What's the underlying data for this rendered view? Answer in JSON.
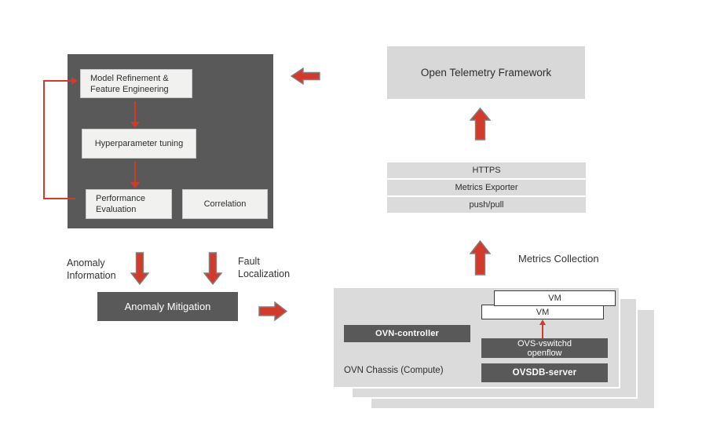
{
  "colors": {
    "accent_red": "#d23b2b",
    "dark_gray": "#595959",
    "light_gray": "#dbdbdb",
    "mid_gray": "#d8d8d8",
    "panel_inner": "#f1f1f0"
  },
  "ml_panel": {
    "model_refinement": "Model Refinement & Feature Engineering",
    "hyperparameter": "Hyperparameter tuning",
    "performance": "Performance Evaluation",
    "correlation": "Correlation"
  },
  "anomaly_flow": {
    "info_label": "Anomaly Information",
    "fault_label": "Fault Localization",
    "mitigation_label": "Anomaly Mitigation"
  },
  "telemetry": {
    "framework_title": "Open Telemetry Framework",
    "stack": [
      "HTTPS",
      "Metrics Exporter",
      "push/pull"
    ],
    "collection_label": "Metrics Collection"
  },
  "chassis": {
    "label": "OVN Chassis (Compute)",
    "ovn_controller": "OVN-controller",
    "vm_top": "VM",
    "vm_bottom": "VM",
    "ovs_vswitchd_line1": "OVS-vswitchd",
    "ovs_vswitchd_line2": "openflow",
    "ovsdb_server": "OVSDB-server"
  },
  "icons": {
    "arrow_left": "block-arrow-left-icon",
    "arrow_right": "block-arrow-right-icon",
    "arrow_up": "block-arrow-up-icon",
    "arrow_down": "block-arrow-down-icon",
    "thin_arrow": "thin-red-arrow-icon"
  }
}
